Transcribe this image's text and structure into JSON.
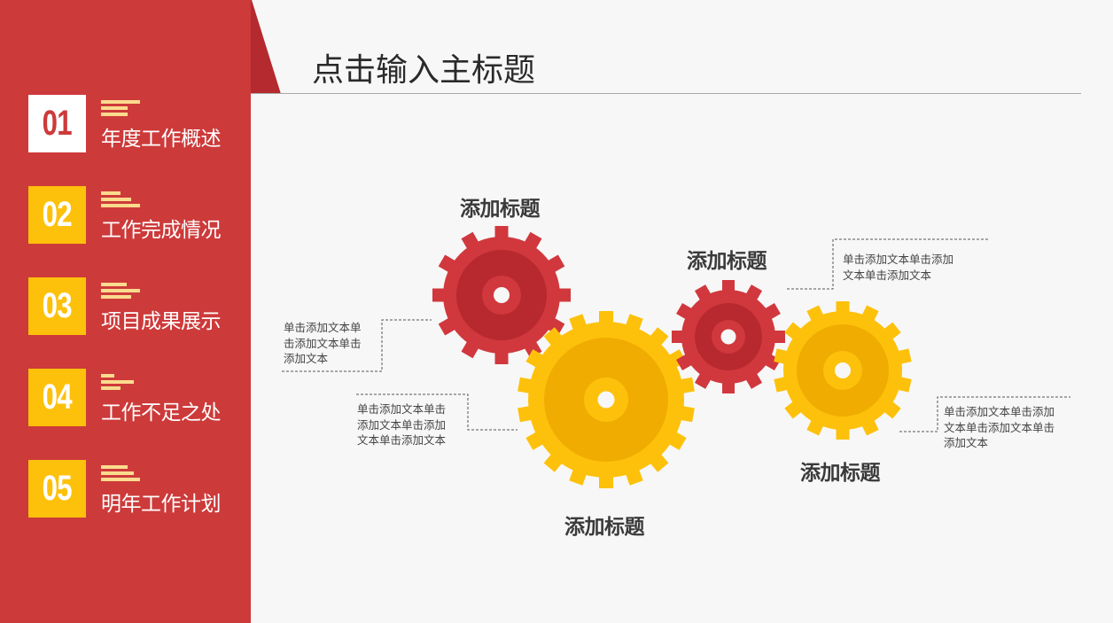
{
  "header": {
    "title": "点击输入主标题"
  },
  "sidebar": {
    "items": [
      {
        "number": "01",
        "label": "年度工作概述",
        "active": true,
        "bars": [
          44,
          30,
          30
        ]
      },
      {
        "number": "02",
        "label": "工作完成情况",
        "active": false,
        "bars": [
          22,
          34,
          44
        ]
      },
      {
        "number": "03",
        "label": "项目成果展示",
        "active": false,
        "bars": [
          29,
          44,
          34
        ]
      },
      {
        "number": "04",
        "label": "工作不足之处",
        "active": false,
        "bars": [
          15,
          37,
          22
        ]
      },
      {
        "number": "05",
        "label": "明年工作计划",
        "active": false,
        "bars": [
          30,
          37,
          44
        ]
      }
    ]
  },
  "gears": [
    {
      "id": "gear-1",
      "color": "red",
      "title": "添加标题",
      "text": "单击添加文本单\n击添加文本单击\n添加文本"
    },
    {
      "id": "gear-2",
      "color": "yellow",
      "title": "添加标题",
      "text": "单击添加文本单击\n添加文本单击添加\n文本单击添加文本"
    },
    {
      "id": "gear-3",
      "color": "red",
      "title": "添加标题",
      "text": "单击添加文本单击添加\n文本单击添加文本"
    },
    {
      "id": "gear-4",
      "color": "yellow",
      "title": "添加标题",
      "text": "单击添加文本单击添加\n文本单击添加文本单击\n添加文本"
    }
  ],
  "colors": {
    "sidebar_red": "#cd3a3a",
    "wedge_dark_red": "#b52a2e",
    "active_box": "#ffffff",
    "number_box_yellow": "#fdc10b",
    "bar_icon": "#fbdb8e",
    "gear_red_outer": "#d0383d",
    "gear_red_inner": "#b8292f",
    "gear_yellow_outer": "#fdc10b",
    "gear_yellow_inner": "#f0ac00",
    "background": "#f7f7f7"
  }
}
